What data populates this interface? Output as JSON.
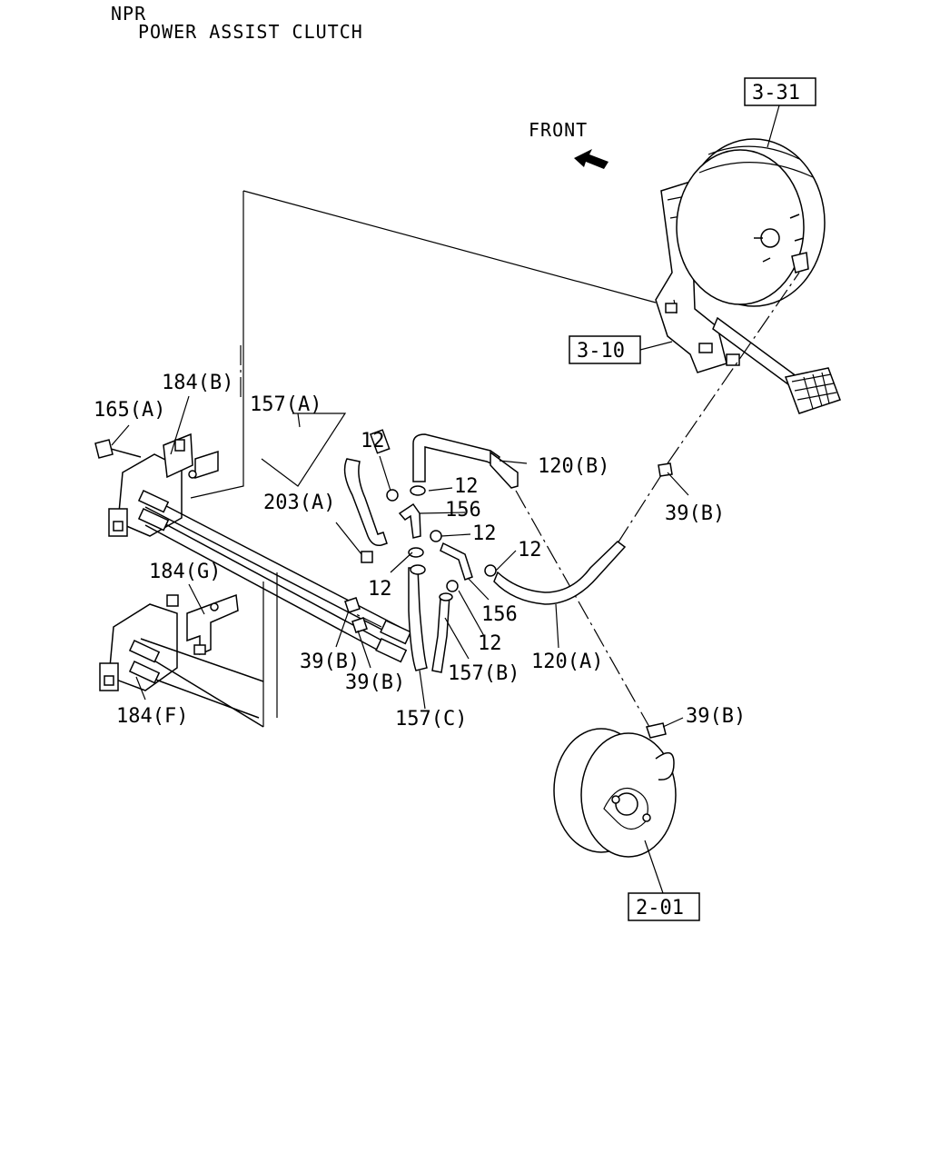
{
  "header": {
    "model": "NPR",
    "title": "POWER ASSIST CLUTCH"
  },
  "direction": {
    "label": "FRONT"
  },
  "refs": {
    "r331": "3-31",
    "r310": "3-10",
    "r201": "2-01"
  },
  "callouts": {
    "c184b": "184(B)",
    "c165a": "165(A)",
    "c157a": "157(A)",
    "c203a": "203(A)",
    "c12a": "12",
    "c12b": "12",
    "c156a": "156",
    "c12c": "12",
    "c12d": "12",
    "c12e": "12",
    "c156b": "156",
    "c12f": "12",
    "c120b": "120(B)",
    "c120a": "120(A)",
    "c39b1": "39(B)",
    "c39b2": "39(B)",
    "c39b3": "39(B)",
    "c39b4": "39(B)",
    "c157b": "157(B)",
    "c157c": "157(C)",
    "c184g": "184(G)",
    "c184f": "184(F)"
  }
}
